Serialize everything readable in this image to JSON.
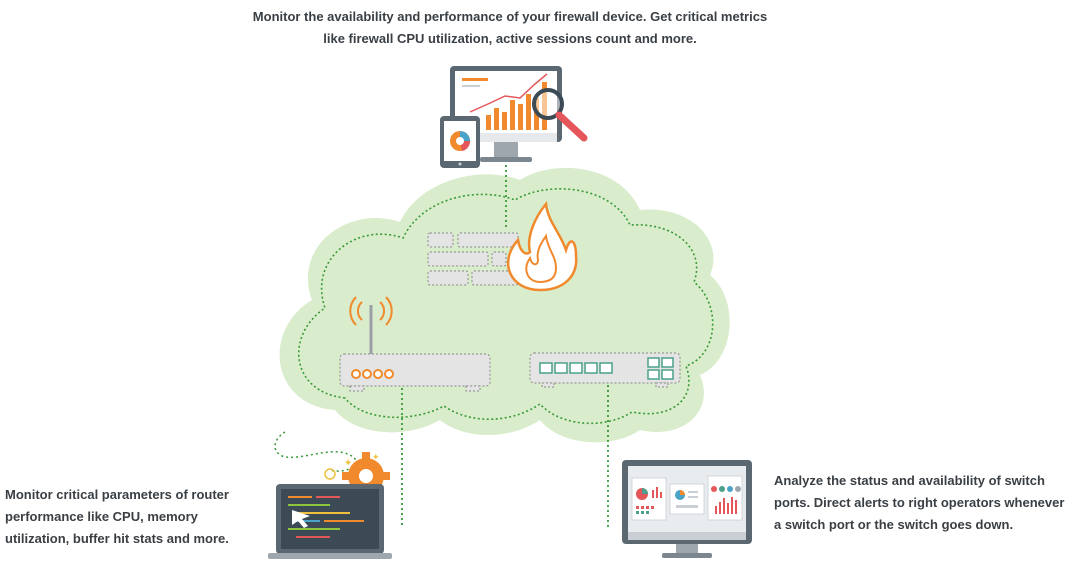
{
  "captions": {
    "top": "Monitor the availability and performance of your firewall device. Get critical metrics like firewall CPU utilization, active sessions count and more.",
    "left": "Monitor critical parameters of router performance like CPU, memory utilization, buffer hit stats and more.",
    "right": "Analyze the status and availability of switch ports. Direct alerts to right operators whenever a switch port or the switch goes down."
  },
  "colors": {
    "cloud_fill": "#d9eccb",
    "connector": "#3a9a3a",
    "accent_orange": "#f08a2c",
    "device_gray": "#e4e4e4",
    "monitor_frame": "#5b6771",
    "dark_screen": "#3c4a55"
  },
  "icons": {
    "firewall": "firewall-flame-icon",
    "router": "wifi-router-icon",
    "switch": "network-switch-icon",
    "dashboard": "analytics-dashboard-icon",
    "laptop": "code-laptop-icon",
    "monitor": "switch-monitor-icon"
  }
}
